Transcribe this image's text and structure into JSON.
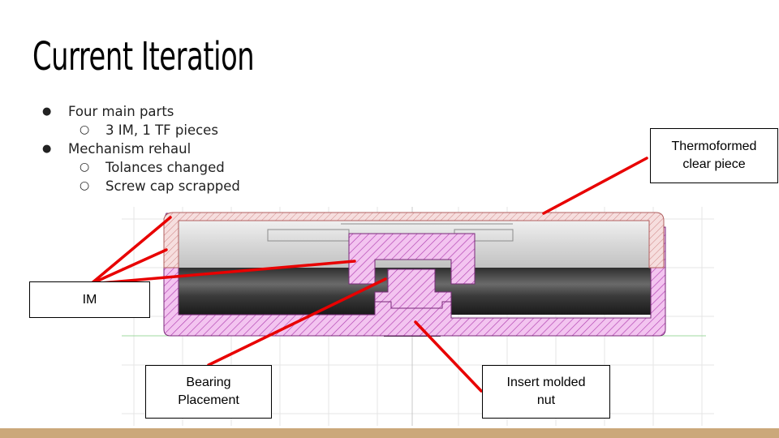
{
  "slide": {
    "title": "Current Iteration",
    "bullets": [
      {
        "level": 1,
        "text": "Four main parts"
      },
      {
        "level": 2,
        "text": "3 IM, 1 TF pieces"
      },
      {
        "level": 1,
        "text": "Mechanism rehaul"
      },
      {
        "level": 2,
        "text": "Tolances changed"
      },
      {
        "level": 2,
        "text": "Screw cap scrapped"
      }
    ]
  },
  "callouts": {
    "thermoformed": "Thermoformed clear piece",
    "im": "IM",
    "bearing": "Bearing Placement",
    "insert": "Insert molded nut"
  },
  "colors": {
    "leader": "#e80000",
    "im_hatch": "#b040b0",
    "im_fill": "#f3c4f0",
    "tf_hatch": "#d08888",
    "tf_fill": "#f6dede",
    "footer": "#cba87a"
  }
}
